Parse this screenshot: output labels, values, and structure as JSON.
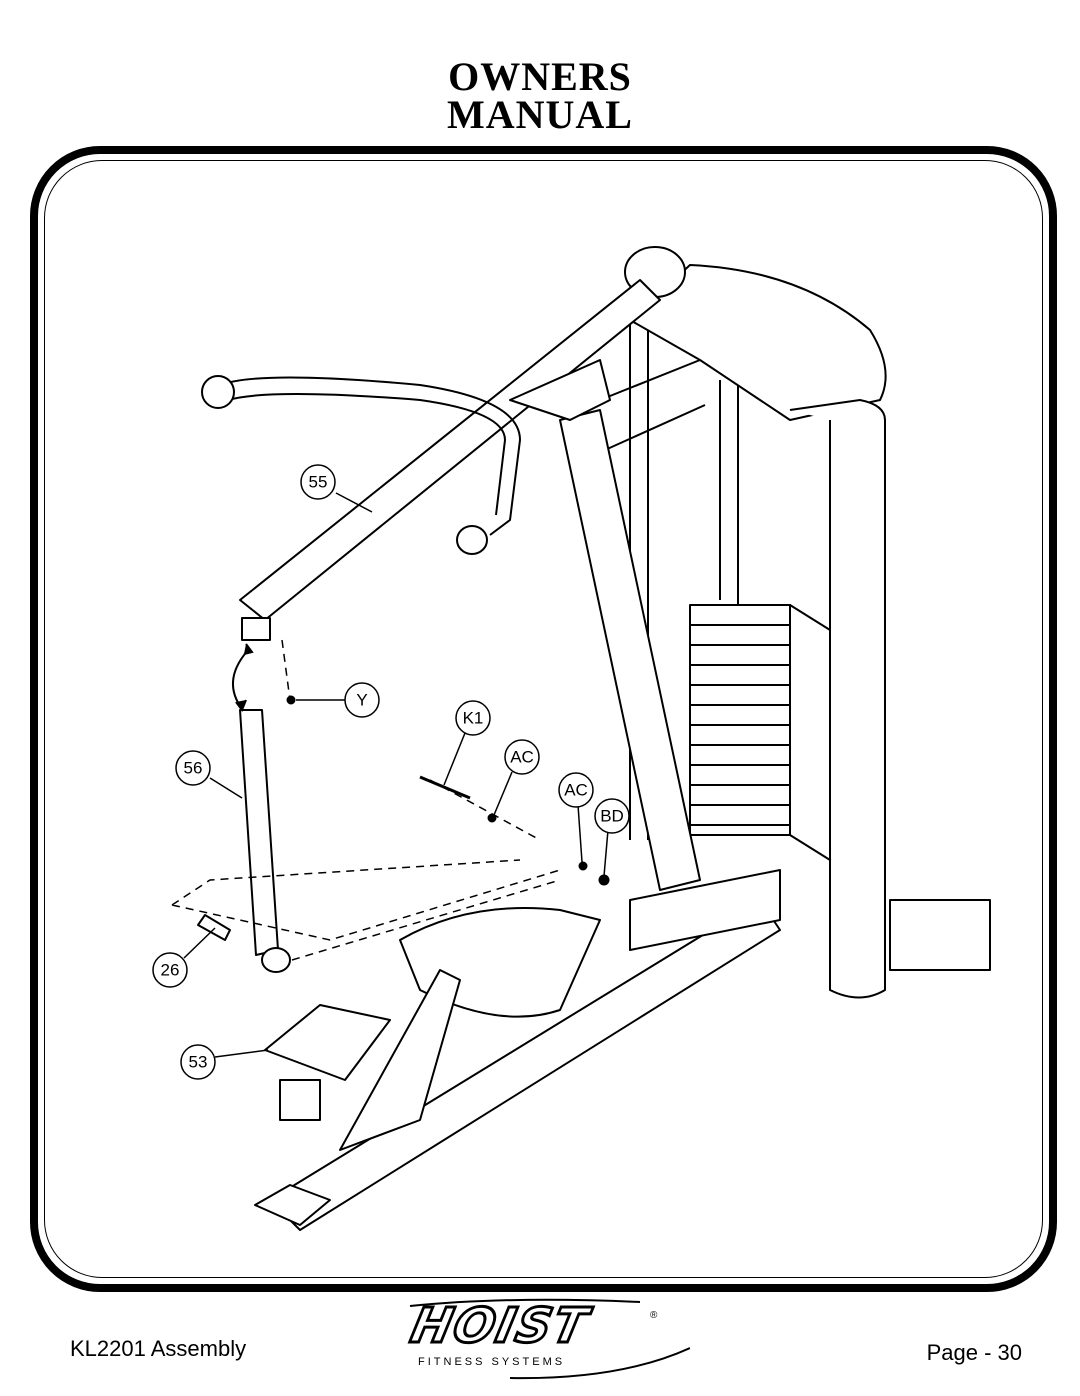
{
  "header": {
    "title_line1": "OWNERS",
    "title_line2": "MANUAL"
  },
  "callouts": {
    "c55": "55",
    "c56": "56",
    "c26": "26",
    "c53": "53",
    "cY": "Y",
    "cK1": "K1",
    "cAC1": "AC",
    "cAC2": "AC",
    "cBD": "BD"
  },
  "footer": {
    "assembly": "KL2201 Assembly",
    "page": "Page - 30",
    "logo_word": "HOIST",
    "logo_sub": "FITNESS SYSTEMS",
    "logo_reg": "®"
  }
}
